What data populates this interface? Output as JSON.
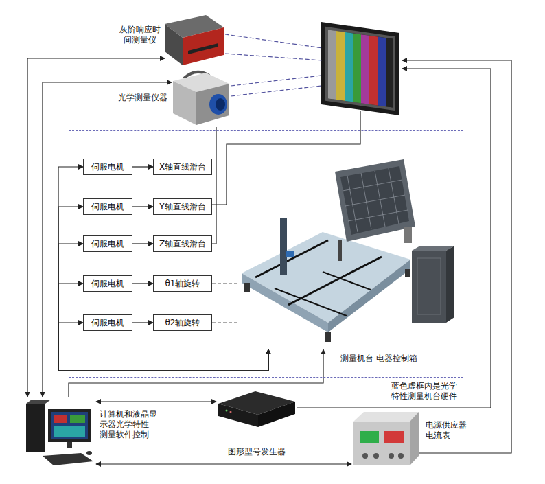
{
  "diagram": {
    "nodes": [
      {
        "text": [
          "灰阶响应时 间测量仪"
        ]
      },
      {
        "text": [
          "光学测量仪器"
        ]
      },
      {
        "text": [
          "蓝色虚框内是光学 特性测量机台硬件"
        ]
      },
      {
        "text": [
          "伺服电机"
        ],
        "in": 2
      },
      {
        "text": [
          "X轴直线滑台"
        ],
        "in": 2
      },
      {
        "text": [
          "伺服电机"
        ],
        "in": 2
      },
      {
        "text": [
          "Y轴直线滑台"
        ],
        "in": 2
      },
      {
        "text": [
          "伺服电机"
        ],
        "in": 2
      },
      {
        "text": [
          "Z轴直线滑台"
        ],
        "in": 2
      },
      {
        "text": [
          "伺服电机"
        ],
        "in": 2
      },
      {
        "text": [
          "θ1轴旋转"
        ],
        "in": 2
      },
      {
        "text": [
          "伺服电机"
        ],
        "in": 2
      },
      {
        "text": [
          "θ2轴旋转"
        ],
        "in": 2
      },
      {
        "text": [
          "测量机台 电器控制箱"
        ],
        "in": 2
      },
      {
        "text": [
          "计算机和液晶显 示器光学特性 测量软件控制"
        ]
      },
      {
        "text": [
          "图形型号发生器"
        ]
      },
      {
        "text": [
          "电源供应器 电流表"
        ]
      }
    ],
    "edges": [
      {
        "from": 14,
        "to": 0,
        "arrow": "both"
      },
      {
        "from": 14,
        "to": 1,
        "arrow": "both"
      },
      {
        "from": 3,
        "to": 4,
        "arrow": "to"
      },
      {
        "from": 5,
        "to": 6,
        "arrow": "to"
      },
      {
        "from": 7,
        "to": 8,
        "arrow": "to"
      },
      {
        "from": 9,
        "to": 10,
        "arrow": "to"
      },
      {
        "from": 11,
        "to": 12,
        "arrow": "to"
      },
      {
        "from": 13,
        "to": 3,
        "arrow": "both"
      },
      {
        "from": 13,
        "to": 5,
        "arrow": "both"
      },
      {
        "from": 13,
        "to": 7,
        "arrow": "both"
      },
      {
        "from": 13,
        "to": 9,
        "arrow": "both"
      },
      {
        "from": 13,
        "to": 11,
        "arrow": "both"
      },
      {
        "from": 14,
        "to": 13,
        "arrow": "to"
      },
      {
        "from": 8,
        "to": 1,
        "arrow": "none"
      },
      {
        "from": 10,
        "to": 13,
        "arrow": "none"
      },
      {
        "from": 12,
        "to": 13,
        "arrow": "none"
      },
      {
        "from": 14,
        "to": 15,
        "arrow": "both"
      },
      {
        "from": 14,
        "to": 16,
        "arrow": "both"
      }
    ]
  }
}
